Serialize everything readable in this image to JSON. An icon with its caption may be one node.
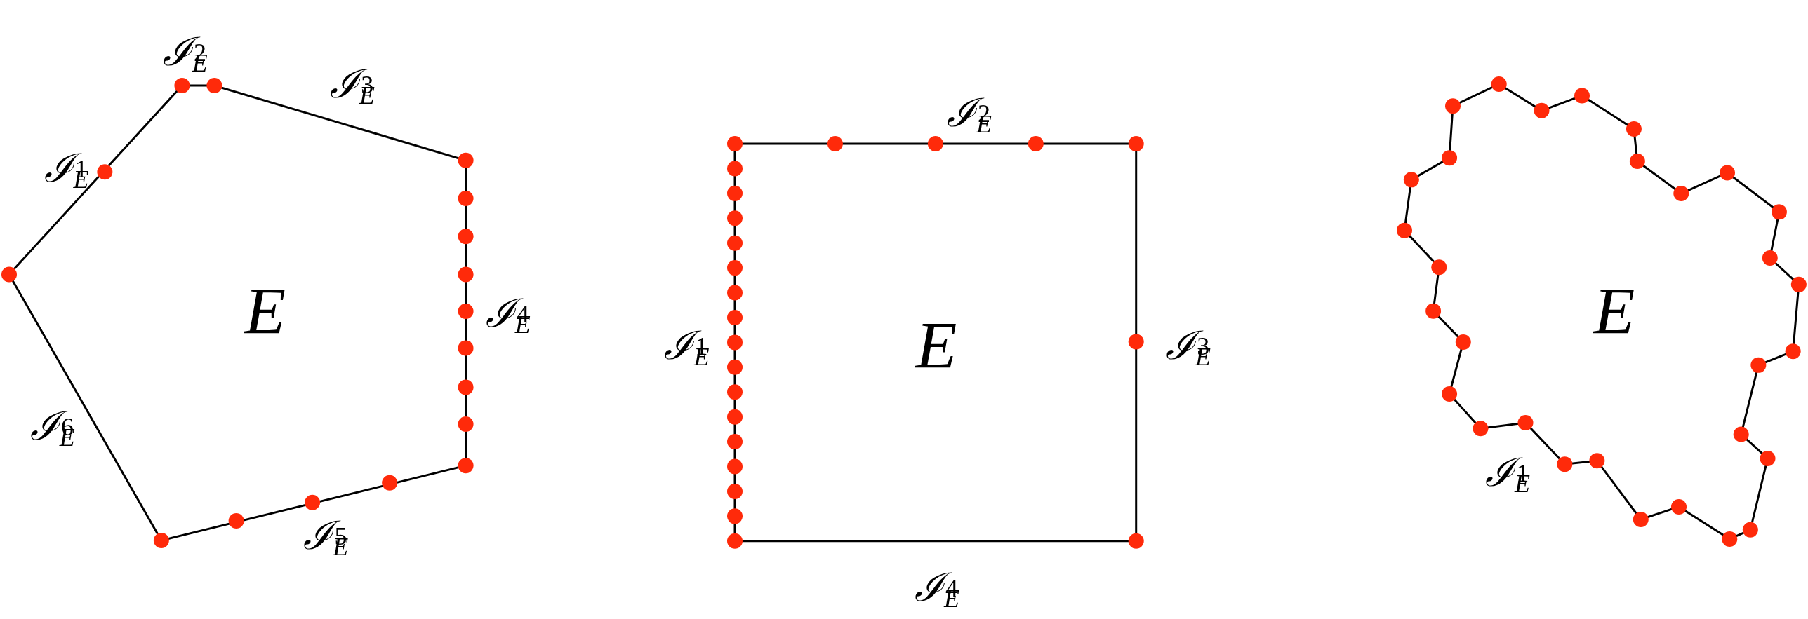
{
  "diagram": {
    "nodes": [
      {
        "text": [
          "E"
        ]
      },
      {
        "text": [
          "E"
        ]
      },
      {
        "text": [
          "E"
        ]
      }
    ],
    "labels": [
      "ℐ$_{E}$$^{2}$",
      "ℐ$_{E}$$^{3}$",
      "ℐ$_{E}$$^{1}$",
      "ℐ$_{E}$$^{4}$",
      "ℐ$_{E}$$^{6}$",
      "ℐ$_{E}$$^{5}$",
      "ℐ$_{E}$$^{2}$",
      "ℐ$_{E}$$^{1}$",
      "ℐ$_{E}$$^{3}$",
      "ℐ$_{E}$$^{4}$",
      "ℐ$_{E}$$^{1}$"
    ]
  }
}
